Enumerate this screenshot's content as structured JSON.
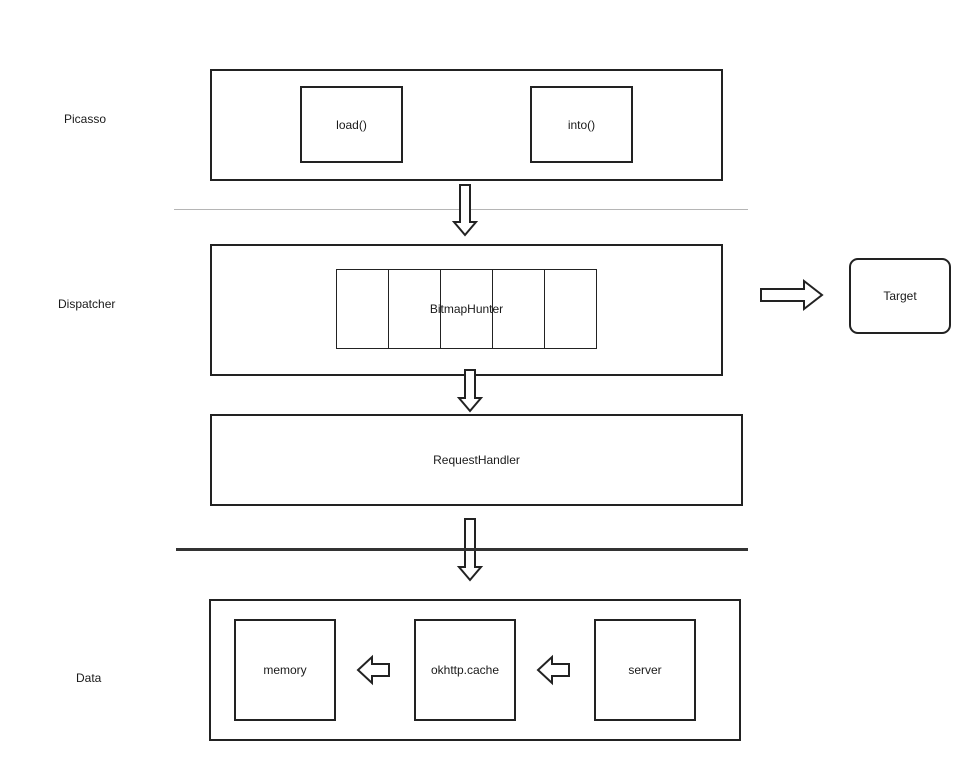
{
  "layers": {
    "picasso": "Picasso",
    "dispatcher": "Dispatcher",
    "data": "Data"
  },
  "picasso_box": {
    "load": "load()",
    "into": "into()"
  },
  "dispatcher_box": {
    "queue_label": "BitmapHunter",
    "queue_cells": 5
  },
  "target": "Target",
  "request_handler": "RequestHandler",
  "data_box": {
    "memory": "memory",
    "okhttp_cache": "okhttp.cache",
    "server": "server"
  },
  "colors": {
    "stroke": "#222222",
    "divider_light": "#b5b5b5",
    "divider_dark": "#333333",
    "background": "#ffffff"
  }
}
